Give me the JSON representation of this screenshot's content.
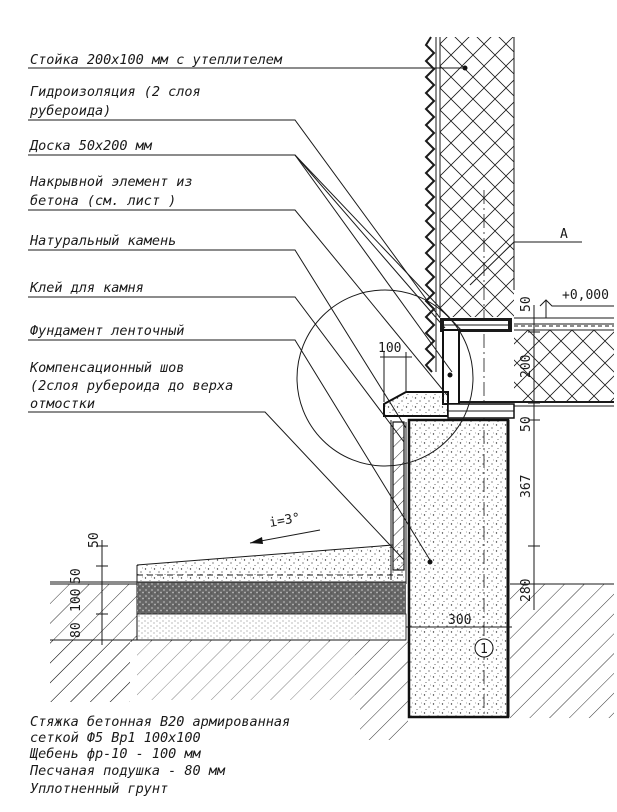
{
  "labels": {
    "post": "Стойка 200х100 мм с утеплителем",
    "waterproofing_1": "Гидроизоляция (2 слоя",
    "waterproofing_2": "рубероида)",
    "board": "Доска 50х200 мм",
    "cover_1": "Накрывной элемент из",
    "cover_2": "бетона (см. лист )",
    "stone": "Натуральный камень",
    "glue": "Клей для камня",
    "foundation": "Фундамент ленточный",
    "joint_1": "Компенсационный шов",
    "joint_2": "(2слоя рубероида до верха",
    "joint_3": "отмостки"
  },
  "layers": {
    "screed_1": "Стяжка бетонная В20 армированная",
    "screed_2": "сеткой Ф5 Вр1 100х100",
    "gravel": "Щебень фр-10  - 100 мм",
    "sand": "Песчаная подушка  - 80 мм",
    "soil": "Уплотненный грунт"
  },
  "marks": {
    "detail": "А",
    "level": "+0,000",
    "slope": "i=3°",
    "axis": "1"
  },
  "dims": {
    "d100_top": "100",
    "d50_top": "50",
    "d200": "200",
    "d50_mid": "50",
    "d367": "367",
    "d280": "280",
    "d300": "300",
    "d50_left_a": "50",
    "d50_left_b": "50",
    "d100_left": "100",
    "d80_left": "80"
  },
  "colors": {
    "ink": "#1a1a1a",
    "background": "#ffffff"
  }
}
